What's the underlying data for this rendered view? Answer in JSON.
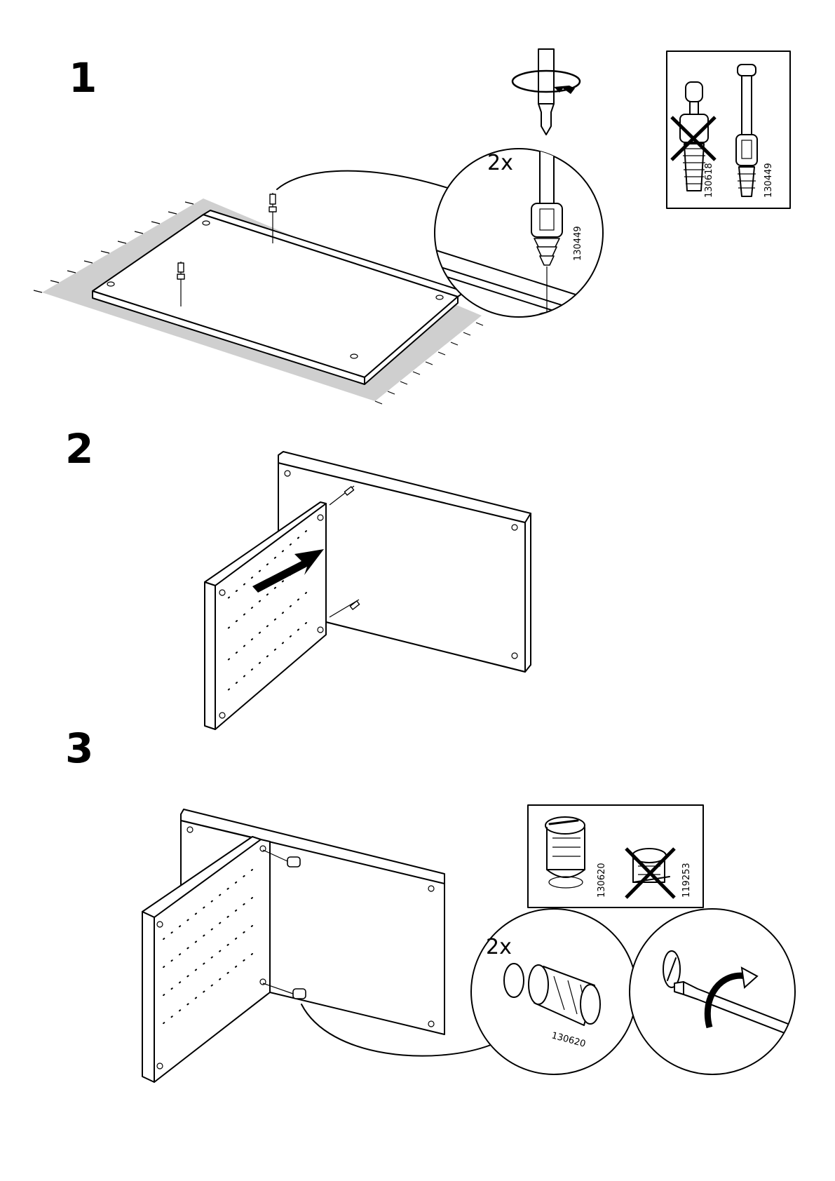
{
  "steps": [
    {
      "number": "1",
      "callout_qty": "2x",
      "callout_part": "130449"
    },
    {
      "number": "2"
    },
    {
      "number": "3",
      "callout_qty": "2x",
      "callout_part": "130620"
    }
  ],
  "step1_parts_box": {
    "wrong_part": "130618",
    "right_part": "130449"
  },
  "step3_parts_box": {
    "right_part": "130620",
    "wrong_part": "119253"
  },
  "icons": [
    "screwdriver-icon",
    "rotate-arrow-icon",
    "cam-dowel-icon",
    "cam-lock-icon",
    "push-arrow-icon",
    "cross-out-icon"
  ],
  "colors": {
    "ink": "#000000",
    "rug": "#cfcfcf",
    "paper": "#ffffff"
  }
}
